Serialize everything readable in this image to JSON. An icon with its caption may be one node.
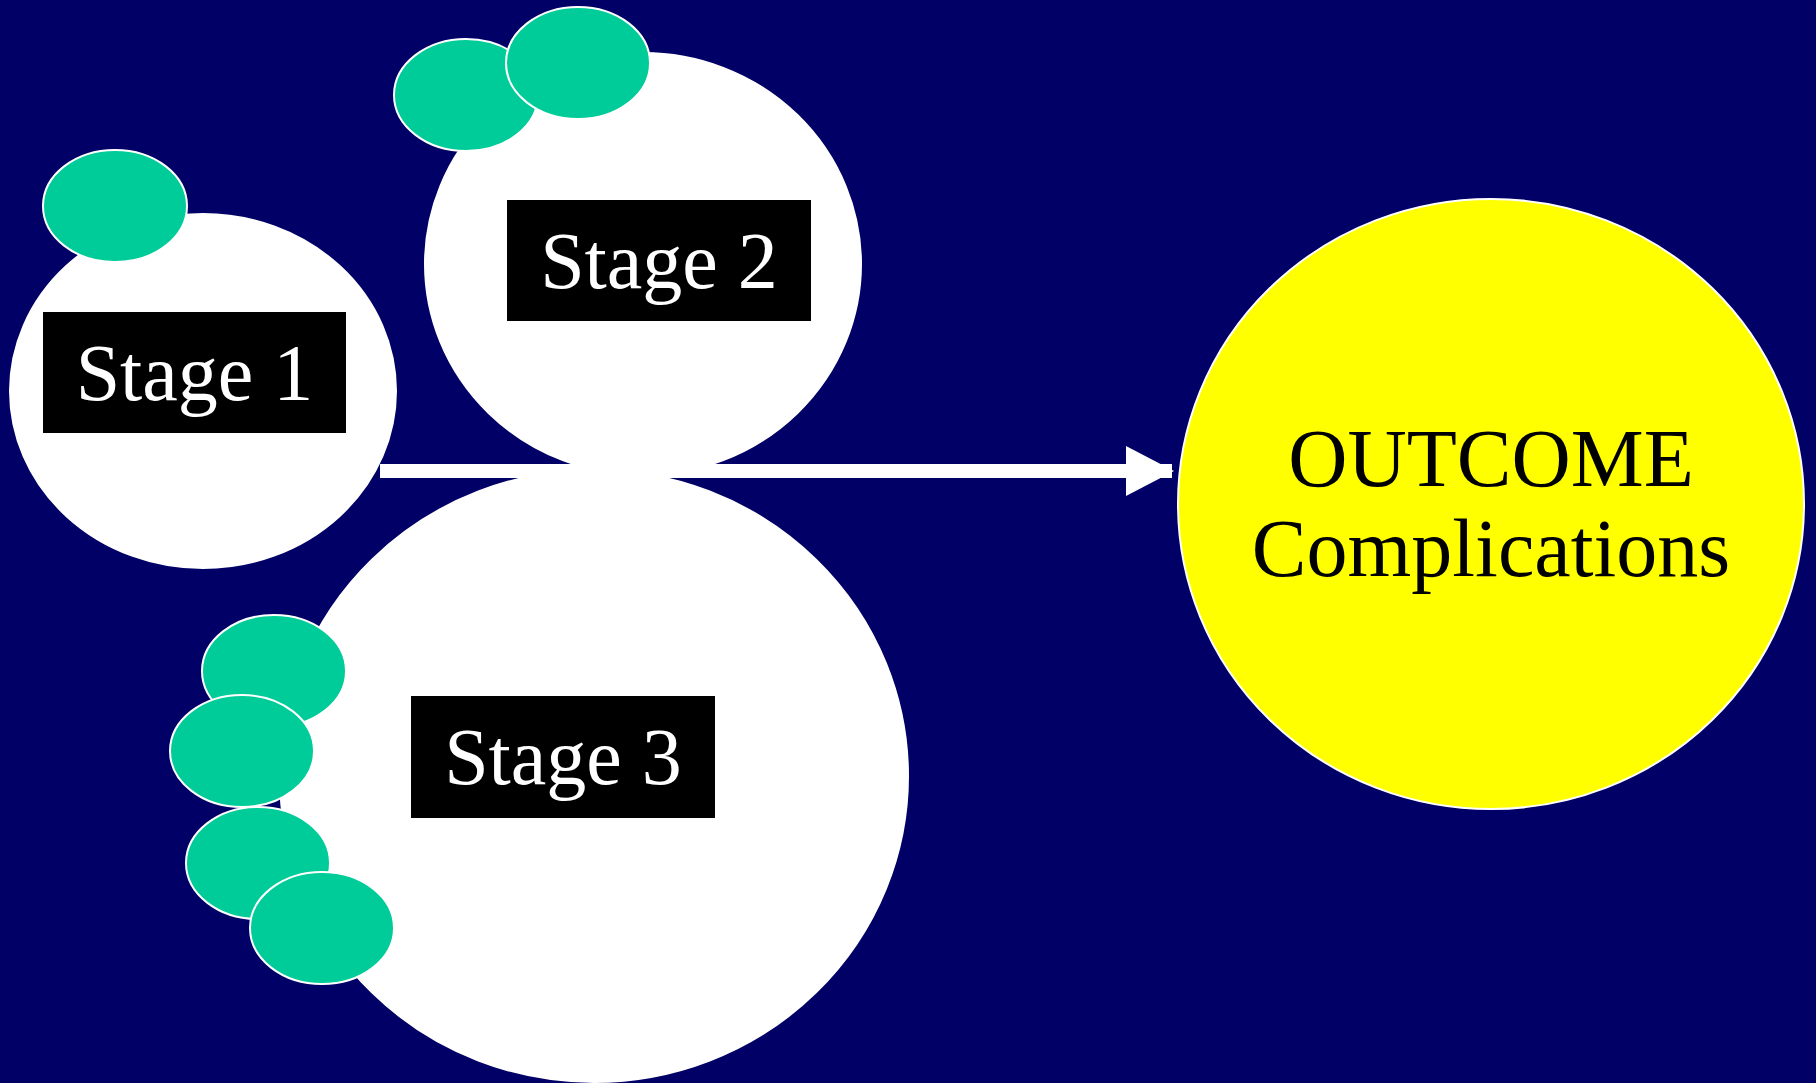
{
  "diagram": {
    "nodes": [
      {
        "text": [],
        "shape": "circle"
      },
      {
        "text": [
          "Stage 1"
        ],
        "in": 0
      },
      {
        "text": [],
        "shape": "circle"
      },
      {
        "text": [
          "Stage 2"
        ],
        "in": 2
      },
      {
        "text": [],
        "shape": "circle"
      },
      {
        "text": [
          "Stage 3"
        ],
        "in": 4
      },
      {
        "text": [
          "OUTCOME",
          "Complications"
        ]
      },
      {
        "text": [],
        "shape": "circle"
      },
      {
        "text": [],
        "shape": "circle"
      },
      {
        "text": [],
        "shape": "circle"
      },
      {
        "text": [],
        "shape": "circle"
      },
      {
        "text": [],
        "shape": "circle"
      },
      {
        "text": [],
        "shape": "circle"
      },
      {
        "text": [],
        "shape": "circle"
      }
    ],
    "edges": [
      {
        "from": 0,
        "to": 6,
        "arrow": "to"
      }
    ]
  }
}
